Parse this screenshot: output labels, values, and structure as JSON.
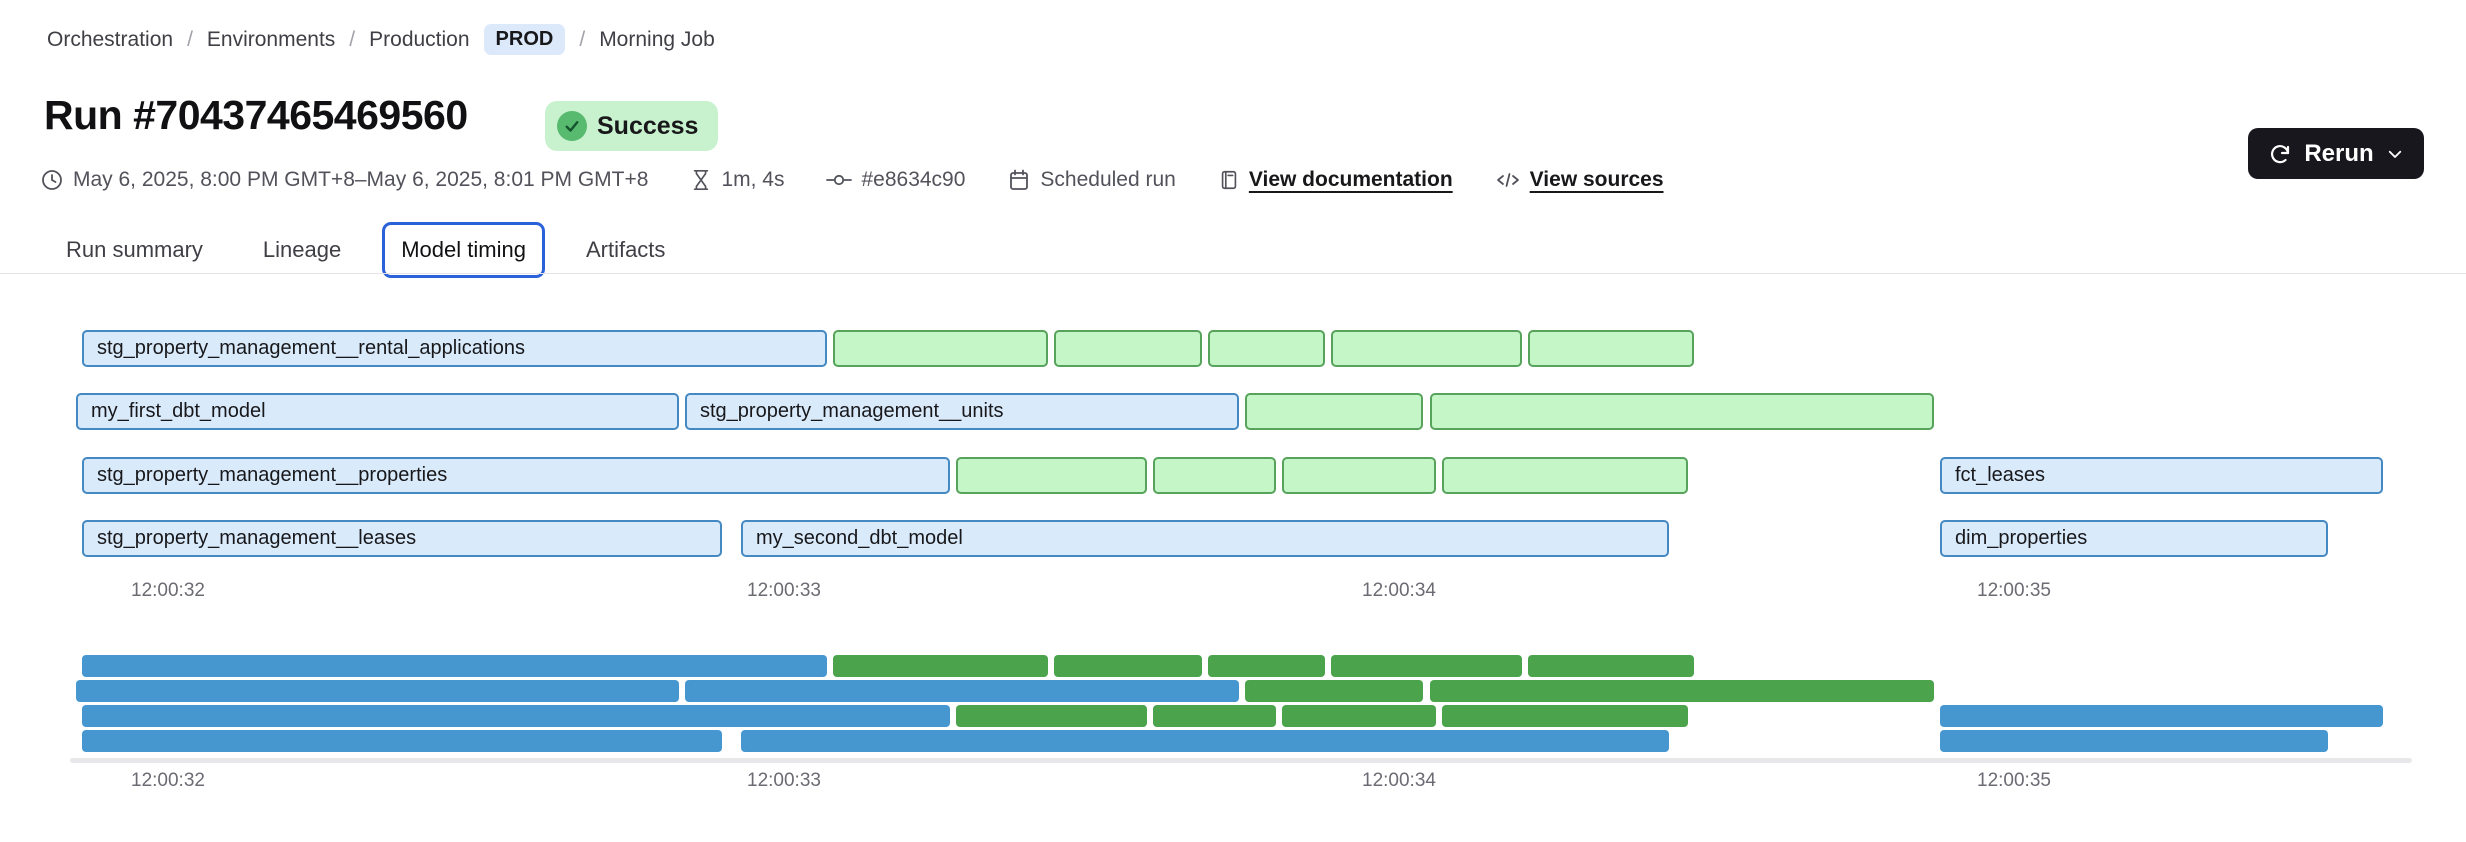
{
  "breadcrumb": {
    "separator": "/",
    "items": [
      "Orchestration",
      "Environments",
      "Production"
    ],
    "env_badge": "PROD",
    "current": "Morning Job"
  },
  "header": {
    "title": "Run #70437465469560",
    "status_label": "Success"
  },
  "meta": {
    "time_range": "May 6, 2025, 8:00 PM GMT+8–May 6, 2025, 8:01 PM GMT+8",
    "duration": "1m, 4s",
    "commit": "#e8634c90",
    "trigger": "Scheduled run",
    "documentation_link": "View documentation",
    "sources_link": "View sources",
    "rerun_label": "Rerun"
  },
  "tabs": [
    {
      "label": "Run summary",
      "selected": false
    },
    {
      "label": "Lineage",
      "selected": false
    },
    {
      "label": "Model timing",
      "selected": true
    },
    {
      "label": "Artifacts",
      "selected": false
    }
  ],
  "chart_data": {
    "type": "gantt",
    "title": "Model timing",
    "axis": {
      "t_min": 31.84,
      "t_max": 35.66,
      "ticks": [
        {
          "t": 32,
          "label": "12:00:32"
        },
        {
          "t": 33,
          "label": "12:00:33"
        },
        {
          "t": 34,
          "label": "12:00:34"
        },
        {
          "t": 35,
          "label": "12:00:35"
        }
      ]
    },
    "legend": {
      "model_color_meaning": "model",
      "test_color_meaning": "test"
    },
    "rows": [
      [
        {
          "label": "stg_property_management__rental_applications",
          "kind": "model",
          "start": 31.86,
          "end": 33.07
        },
        {
          "kind": "test",
          "start": 33.08,
          "end": 33.43
        },
        {
          "kind": "test",
          "start": 33.44,
          "end": 33.68
        },
        {
          "kind": "test",
          "start": 33.69,
          "end": 33.88
        },
        {
          "kind": "test",
          "start": 33.89,
          "end": 34.2
        },
        {
          "kind": "test",
          "start": 34.21,
          "end": 34.48
        }
      ],
      [
        {
          "label": "my_first_dbt_model",
          "kind": "model",
          "start": 31.85,
          "end": 32.83
        },
        {
          "label": "stg_property_management__units",
          "kind": "model",
          "start": 32.84,
          "end": 33.74
        },
        {
          "kind": "test",
          "start": 33.75,
          "end": 34.04
        },
        {
          "kind": "test",
          "start": 34.05,
          "end": 34.87
        }
      ],
      [
        {
          "label": "stg_property_management__properties",
          "kind": "model",
          "start": 31.86,
          "end": 33.27
        },
        {
          "kind": "test",
          "start": 33.28,
          "end": 33.59
        },
        {
          "kind": "test",
          "start": 33.6,
          "end": 33.8
        },
        {
          "kind": "test",
          "start": 33.81,
          "end": 34.06
        },
        {
          "kind": "test",
          "start": 34.07,
          "end": 34.47
        },
        {
          "label": "fct_leases",
          "kind": "model",
          "start": 34.88,
          "end": 35.6
        }
      ],
      [
        {
          "label": "stg_property_management__leases",
          "kind": "model",
          "start": 31.86,
          "end": 32.9
        },
        {
          "label": "my_second_dbt_model",
          "kind": "model",
          "start": 32.93,
          "end": 34.44
        },
        {
          "label": "dim_properties",
          "kind": "model",
          "start": 34.88,
          "end": 35.51
        }
      ]
    ],
    "colors": {
      "model_fill": "#d9eafb",
      "model_border": "#4589c2",
      "test_fill": "#c4f6c8",
      "test_border": "#57a35c",
      "minimap_model": "#4697d0",
      "minimap_test": "#4ba34c",
      "accent_tab": "#2b62d9",
      "success_bg": "#c8f2ce",
      "success_icon": "#57ba6e",
      "prod_badge_bg": "#dbe9fb",
      "rerun_bg": "#17171d"
    }
  }
}
